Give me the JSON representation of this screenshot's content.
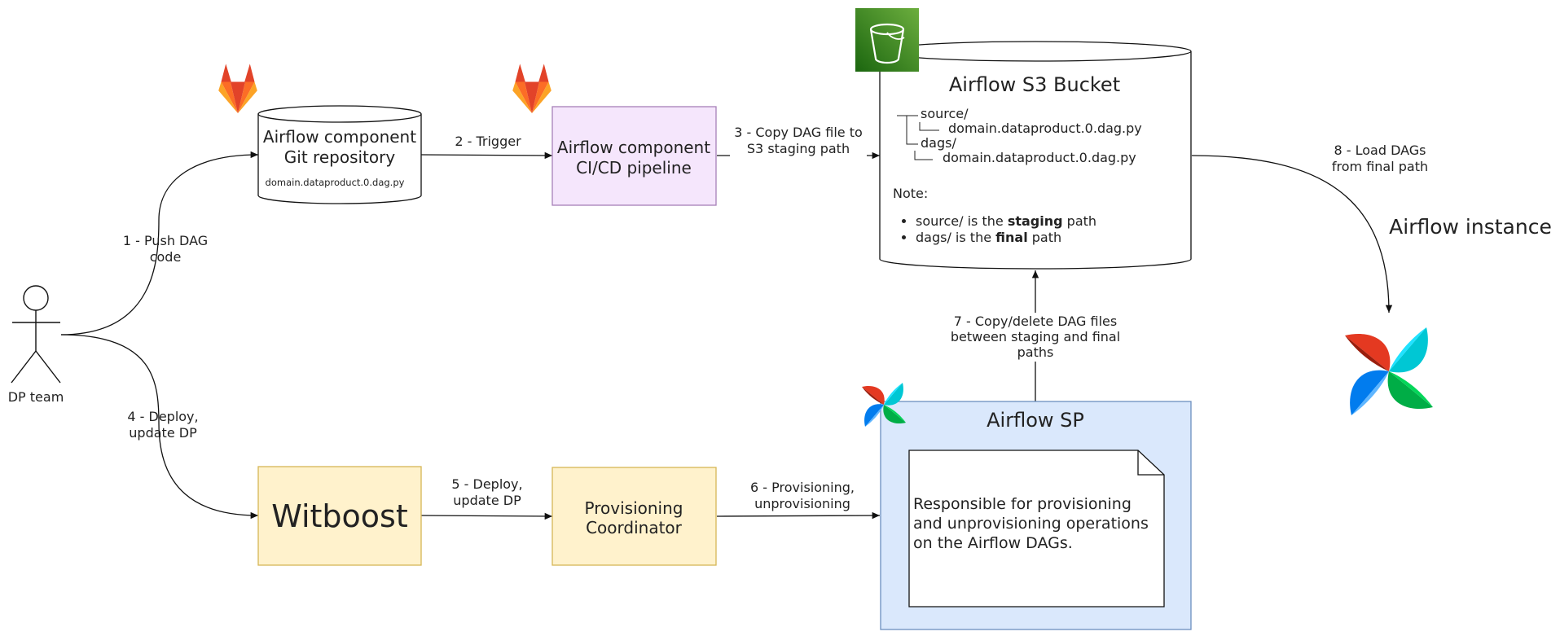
{
  "actor": {
    "label": "DP team"
  },
  "nodes": {
    "git_repo": {
      "title_line1": "Airflow component",
      "title_line2": "Git repository",
      "file": "domain.dataproduct.0.dag.py"
    },
    "cicd": {
      "title_line1": "Airflow component",
      "title_line2": "CI/CD pipeline"
    },
    "s3": {
      "title": "Airflow S3 Bucket",
      "tree": [
        {
          "label": "source/",
          "depth": 0
        },
        {
          "label": "domain.dataproduct.0.dag.py",
          "depth": 1
        },
        {
          "label": "dags/",
          "depth": 0
        },
        {
          "label": "domain.dataproduct.0.dag.py",
          "depth": 1
        }
      ],
      "note_title": "Note:",
      "note_items": [
        {
          "prefix": "source/ is the ",
          "bold": "staging",
          "suffix": " path"
        },
        {
          "prefix": "dags/ is the ",
          "bold": "final",
          "suffix": " path"
        }
      ]
    },
    "witboost": {
      "title": "Witboost"
    },
    "coordinator": {
      "title_line1": "Provisioning",
      "title_line2": "Coordinator"
    },
    "airflow_sp": {
      "title": "Airflow SP",
      "description": "Responsible for provisioning and unprovisioning operations on the Airflow DAGs."
    },
    "airflow_instance": {
      "title": "Airflow instance"
    }
  },
  "edges": {
    "e1": {
      "line1": "1 - Push DAG",
      "line2": "code"
    },
    "e2": {
      "line1": "2 - Trigger"
    },
    "e3": {
      "line1": "3 - Copy DAG file to",
      "line2": "S3 staging path"
    },
    "e4": {
      "line1": "4 - Deploy,",
      "line2": "update DP"
    },
    "e5": {
      "line1": "5 - Deploy,",
      "line2": "update DP"
    },
    "e6": {
      "line1": "6  - Provisioning,",
      "line2": "unprovisioning"
    },
    "e7": {
      "line1": "7 - Copy/delete DAG files",
      "line2": "between staging and final",
      "line3": "paths"
    },
    "e8": {
      "line1": "8 - Load DAGs",
      "line2": "from final path"
    }
  },
  "icons": [
    "gitlab-icon",
    "s3-bucket-icon",
    "airflow-pinwheel-icon"
  ],
  "colors": {
    "cicd_fill": "#f5e6fc",
    "cicd_stroke": "#a680b8",
    "yellow_fill": "#fff2cc",
    "yellow_stroke": "#d6b656",
    "sp_fill": "#dae8fc",
    "sp_stroke": "#6c8ebf",
    "s3_green": "#3f8624",
    "gitlab_orange": "#e24329"
  }
}
